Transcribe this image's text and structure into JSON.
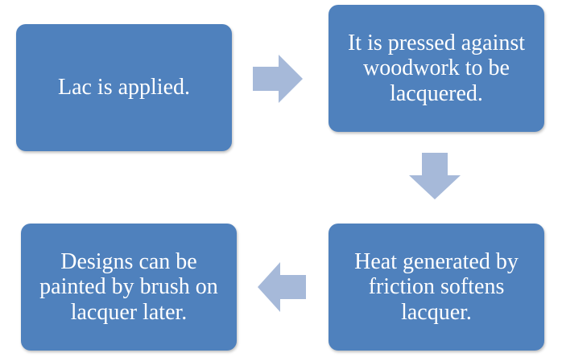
{
  "diagram": {
    "steps": [
      {
        "label": "Lac is applied."
      },
      {
        "label": "It is pressed against woodwork to be lacquered."
      },
      {
        "label": "Heat generated by friction softens lacquer."
      },
      {
        "label": "Designs can be painted by brush on lacquer later."
      }
    ],
    "colors": {
      "box_fill": "#4f81bd",
      "box_text": "#ffffff",
      "arrow_fill": "#a6b9d9"
    },
    "arrows": [
      {
        "direction": "right"
      },
      {
        "direction": "down"
      },
      {
        "direction": "left"
      }
    ]
  }
}
